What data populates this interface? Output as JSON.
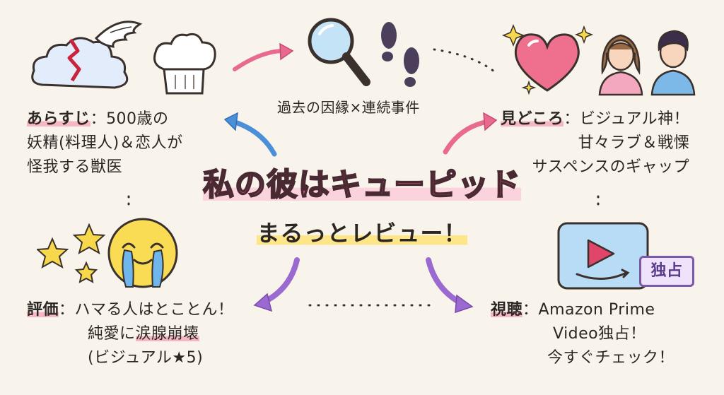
{
  "title": {
    "main": "私の彼はキューピッド",
    "sub": "まるっとレビュー！"
  },
  "top_center": {
    "caption": "過去の因縁×連続事件"
  },
  "synopsis": {
    "label": "あらすじ",
    "line1_rest": "：500歳の",
    "line2": "妖精(料理人)＆恋人が",
    "line3": "怪我する獣医"
  },
  "highlights": {
    "label": "見どころ",
    "line1_rest": "：ビジュアル神！",
    "line2": "甘々ラブ＆戦慄",
    "line3": "サスペンスのギャップ"
  },
  "rating": {
    "label": "評価",
    "line1_rest": "：ハマる人はとことん！",
    "line2_pre": "純愛に",
    "line2_hl": "涙腺崩壊",
    "line3": "(ビジュアル★5)"
  },
  "watch": {
    "label": "視聴",
    "line1_rest": "：Amazon Prime",
    "line2": "Video独占！",
    "line3": "今すぐチェック！",
    "badge": "独占"
  },
  "icons": {
    "clouds_wing": "winged-cloud-icon",
    "chef_hat": "chef-hat-icon",
    "magnifier": "magnifying-glass-icon",
    "footprints": "footprints-icon",
    "heart": "heart-icon",
    "couple": "couple-icon",
    "crying_face": "crying-face-icon",
    "video": "video-play-icon"
  },
  "colors": {
    "pink": "#e0507a",
    "blue": "#4a8fd8",
    "purple": "#9a6ad0",
    "yellow": "#f7d84a"
  }
}
